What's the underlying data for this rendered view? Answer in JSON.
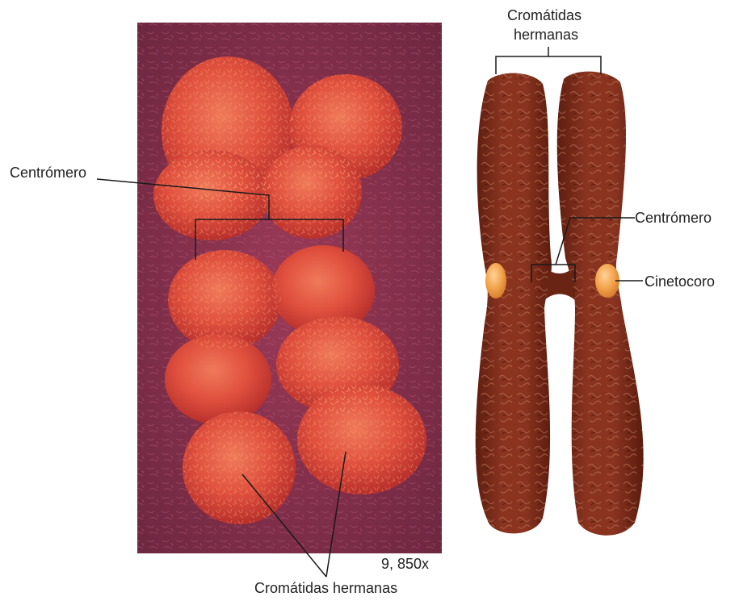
{
  "left_panel": {
    "centromere_label": "Centrómero",
    "sister_chromatids_label": "Cromátidas hermanas",
    "magnification": "9, 850x"
  },
  "right_panel": {
    "sister_chromatids_label_line1": "Cromátidas",
    "sister_chromatids_label_line2": "hermanas",
    "centromere_label": "Centrómero",
    "kinetochore_label": "Cinetocoro"
  },
  "colors": {
    "micrograph_background": "#8a3350",
    "micrograph_chromosome": "#e0503e",
    "illustration_chromosome": "#7a2a18",
    "kinetochore": "#f2a24a",
    "leader_line": "#1a1a1a"
  }
}
